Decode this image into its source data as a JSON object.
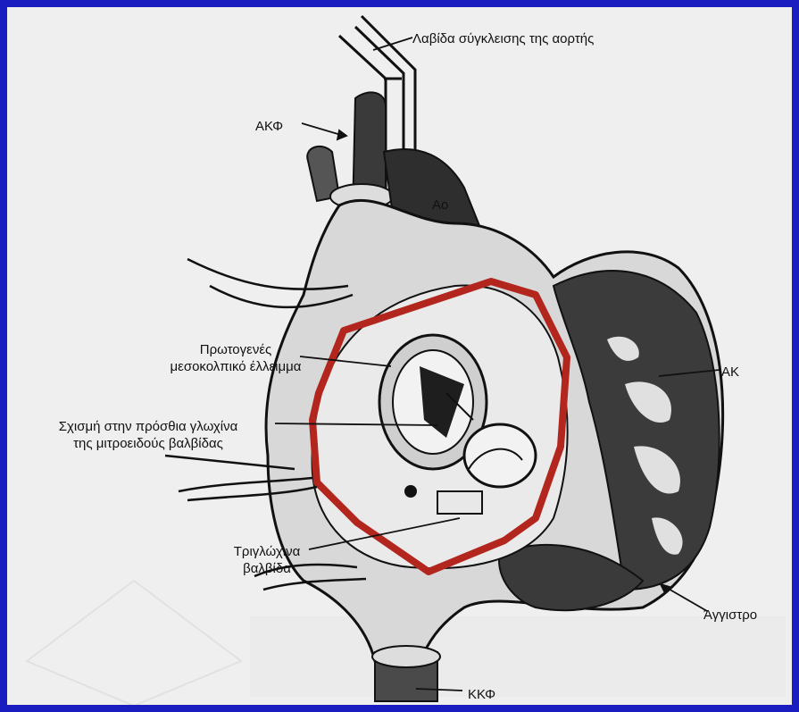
{
  "labels": {
    "clamp": "Λαβίδα σύγκλεισης της αορτής",
    "svc": "ΑΚΦ",
    "aorta": "Ao",
    "ra": "ΑΚ",
    "defect_line1": "Πρωτογενές",
    "defect_line2": "μεσοκολπικό έλλειμμα",
    "cleft_line1": "Σχισμή  στην πρόσθια γλωχίνα",
    "cleft_line2": "της μιτροειδούς βαλβίδας",
    "tricuspid_line1": "Τριγλώχινα",
    "tricuspid_line2": "βαλβίδα",
    "hook": "Άγγιστρο",
    "ivc": "ΚΚΦ"
  },
  "colors": {
    "background": "#1a1dbf",
    "page": "#efefef",
    "incision": "#b3261e",
    "ink": "#111111"
  }
}
